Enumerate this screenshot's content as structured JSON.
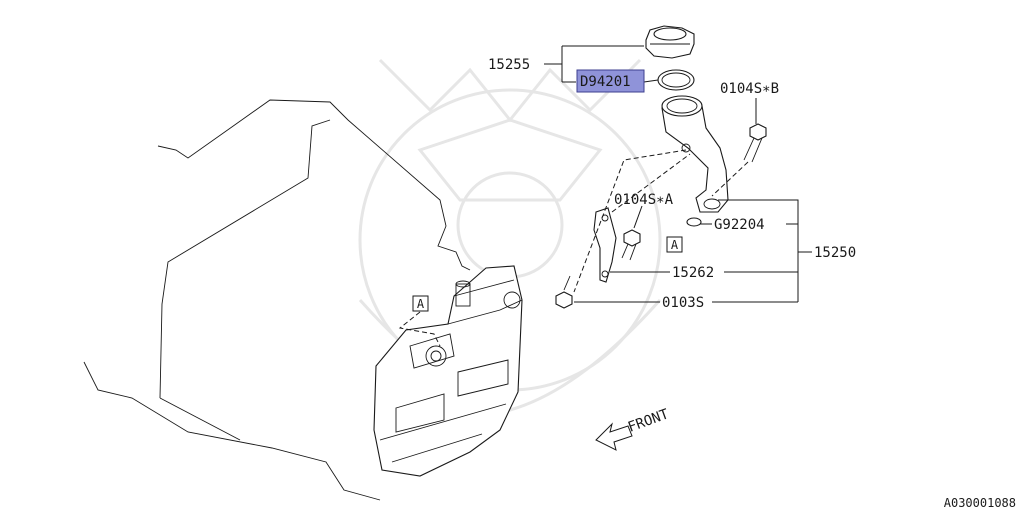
{
  "diagram": {
    "callouts": {
      "cap": "15255",
      "gasket_highlighted": "D94201",
      "bolt_b": "0104S∗B",
      "bolt_a": "0104S∗A",
      "oring": "G92204",
      "assembly": "15250",
      "bracket": "15262",
      "bolt_bracket": "0103S"
    },
    "ref_box_label": "A",
    "front_label": "FRONT",
    "figure_code": "A030001088",
    "highlight_color": "#8f93d9"
  }
}
